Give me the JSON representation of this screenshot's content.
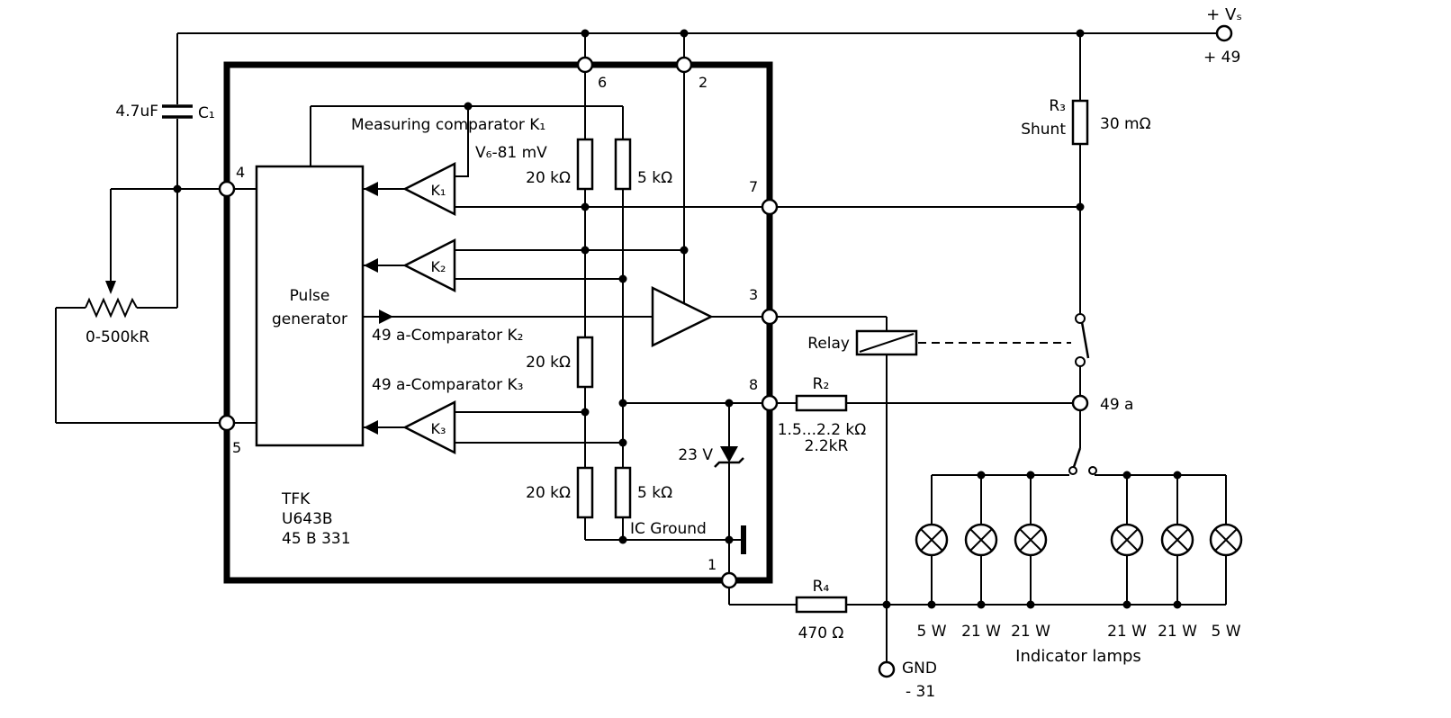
{
  "colors": {
    "red": "#ee0000",
    "wire": "#000000"
  },
  "supply": {
    "terminal": "+ Vₛ",
    "value": "+ 49"
  },
  "timing": {
    "cap_ref": "C₁",
    "cap_value": "4.7uF",
    "pot_value": "0-500kR"
  },
  "ic": {
    "maker": "TFK",
    "part": "U643B",
    "code": "45 B 331",
    "pulse_generator": {
      "line1": "Pulse",
      "line2": "generator"
    },
    "labels": {
      "measuring_comparator": "Measuring comparator K₁",
      "v6_ref": "V₆-81 mV",
      "comparator2": "49 a-Comparator K₂",
      "comparator3": "49 a-Comparator K₃",
      "zener": "23 V",
      "ic_ground": "IC Ground"
    },
    "comparators": {
      "k1": "K₁",
      "k2": "K₂",
      "k3": "K₃"
    },
    "resistors": {
      "top_left": "20 kΩ",
      "top_right": "5 kΩ",
      "mid": "20 kΩ",
      "bot_left": "20 kΩ",
      "bot_right": "5 kΩ"
    },
    "pins": {
      "p1": "1",
      "p2": "2",
      "p3": "3",
      "p4": "4",
      "p5": "5",
      "p6": "6",
      "p7": "7",
      "p8": "8"
    }
  },
  "shunt": {
    "ref": "R₃",
    "label": "Shunt",
    "value": "30 mΩ"
  },
  "relay": {
    "label": "Relay"
  },
  "resistors": {
    "r2": {
      "ref": "R₂",
      "value": "1.5...2.2 kΩ",
      "chosen": "2.2kR"
    },
    "r4": {
      "ref": "R₄",
      "value": "470 Ω"
    }
  },
  "terminals": {
    "out49a": "49 a",
    "gnd": "GND",
    "gnd_pin": "- 31"
  },
  "lamps": {
    "caption": "Indicator lamps",
    "ratings": [
      "5 W",
      "21 W",
      "21 W",
      "21 W",
      "21 W",
      "5 W"
    ]
  }
}
